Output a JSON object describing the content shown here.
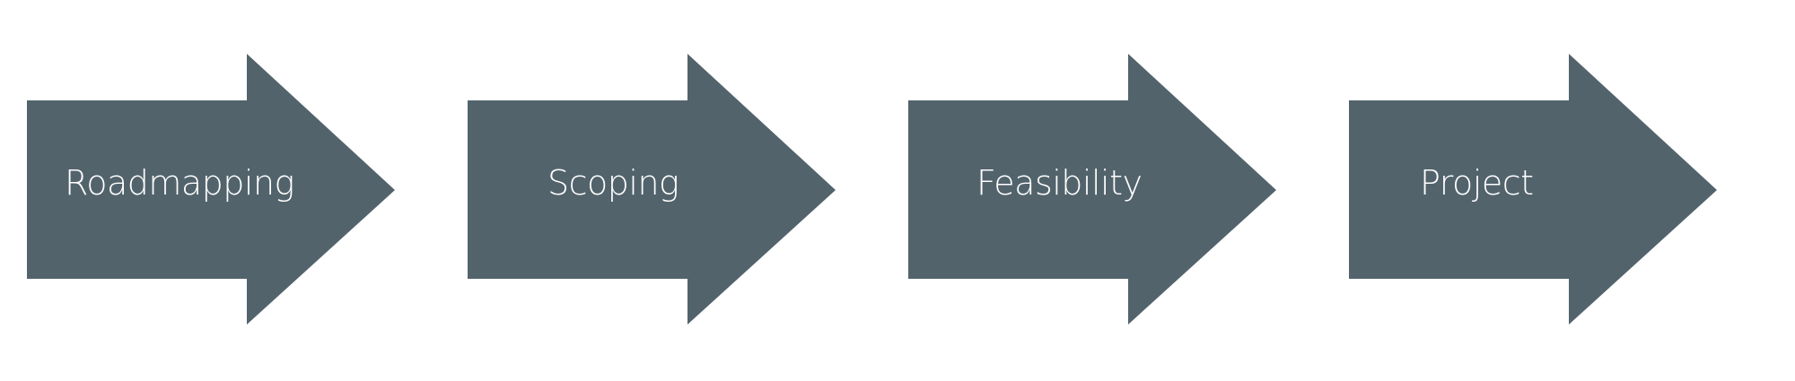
{
  "colors": {
    "arrow": "#52636c",
    "text": "#ffffff"
  },
  "steps": [
    {
      "label": "Roadmapping"
    },
    {
      "label": "Scoping"
    },
    {
      "label": "Feasibility"
    },
    {
      "label": "Project"
    }
  ]
}
